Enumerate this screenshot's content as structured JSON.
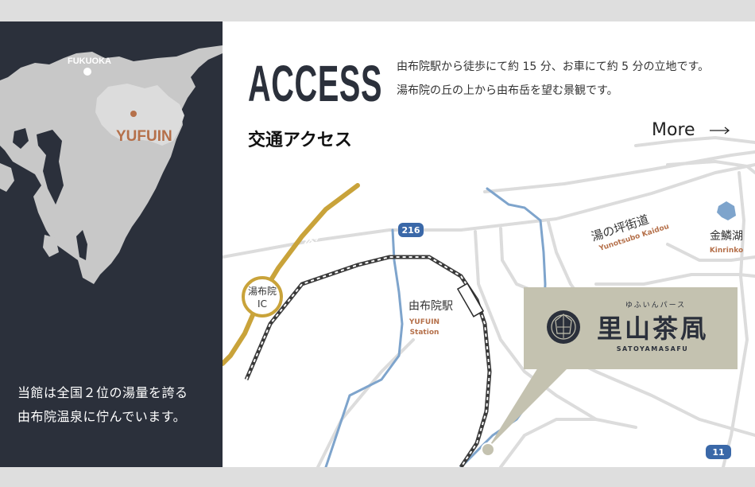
{
  "left_panel": {
    "map_labels": {
      "fukuoka": "FUKUOKA",
      "yufuin": "YUFUIN"
    },
    "intro_lines": [
      "当館は全国２位の湯量を誇る",
      "由布院温泉に佇んでいます。"
    ]
  },
  "access": {
    "title": "ACCESS",
    "subtitle": "交通アクセス",
    "description_lines": [
      "由布院駅から徒歩にて約 15 分、お車にて約 5 分の立地です。",
      "湯布院の丘の上から由布岳を望む景観です。"
    ],
    "more_label": "More"
  },
  "map": {
    "highway_label": "大分自動車道",
    "ic_label_line1": "湯布院",
    "ic_label_line2": "IC",
    "route_216": "216",
    "route_11": "11",
    "street_jp": "湯の坪街道",
    "street_en": "Yunotsubo Kaidou",
    "lake_jp": "金鱗湖",
    "lake_en": "Kinrinko",
    "station_jp": "由布院駅",
    "station_en_1": "YUFUIN",
    "station_en_2": "Station",
    "hotel_kana": "ゆふいんパース",
    "hotel_name": "里山茶凮",
    "hotel_en": "SATOYAMASAFU"
  },
  "colors": {
    "dark_panel": "#2b303b",
    "kyushu_land": "#c8c8c8",
    "oita_highlight": "#dcdcdc",
    "accent_brown": "#b5704a",
    "highway_gold": "#c9a33a",
    "river_blue": "#7ea4cc",
    "route_badge": "#3a68a8",
    "hotel_card": "#c4c2b0"
  }
}
